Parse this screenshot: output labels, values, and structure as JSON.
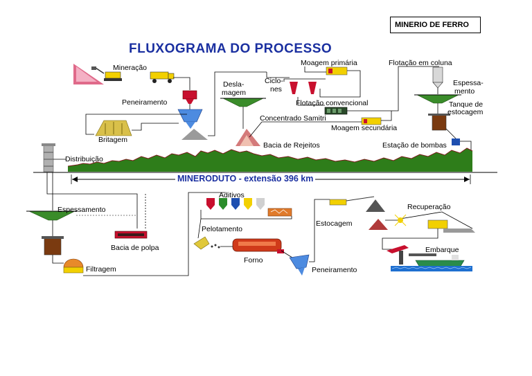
{
  "tag": "MINERIO DE FERRO",
  "title": "FLUXOGRAMA DO PROCESSO",
  "pipeline": "MINERODUTO - extensão 396 km",
  "labels": {
    "mineracao": "Mineração",
    "peneiramento_top": "Peneiramento",
    "britagem": "Britagem",
    "deslamagem_1": "Desla-",
    "deslamagem_2": "magem",
    "ciclones_1": "Ciclo-",
    "ciclones_2": "nes",
    "moagem_primaria": "Moagem primária",
    "flotacao_convencional": "Flotação convencional",
    "concentrado_samitri": "Concentrado Samitri",
    "moagem_secundaria": "Moagem secundária",
    "flotacao_coluna": "Flotação em coluna",
    "espessamento_top_1": "Espessa-",
    "espessamento_top_2": "mento",
    "tanque_1": "Tanque de",
    "tanque_2": "estocagem",
    "bacia_rejeitos": "Bacia de Rejeitos",
    "estacao_bombas": "Estação de bombas",
    "distribuicao": "Distribuição",
    "espessamento_bottom": "Espessamento",
    "bacia_polpa": "Bacia de polpa",
    "filtragem": "Filtragem",
    "aditivos": "Aditivos",
    "pelotamento": "Pelotamento",
    "forno": "Forno",
    "peneiramento_bottom": "Peneiramento",
    "estocagem": "Estocagem",
    "recuperacao": "Recuperação",
    "embarque": "Embarque"
  },
  "colors": {
    "title_blue": "#1a2fa0",
    "terrain_green": "#2e7d1a",
    "thickener_green": "#3a8c2a",
    "equipment_red": "#c8102e",
    "equipment_yellow": "#f2d000",
    "water_blue": "#1e6fd0"
  }
}
